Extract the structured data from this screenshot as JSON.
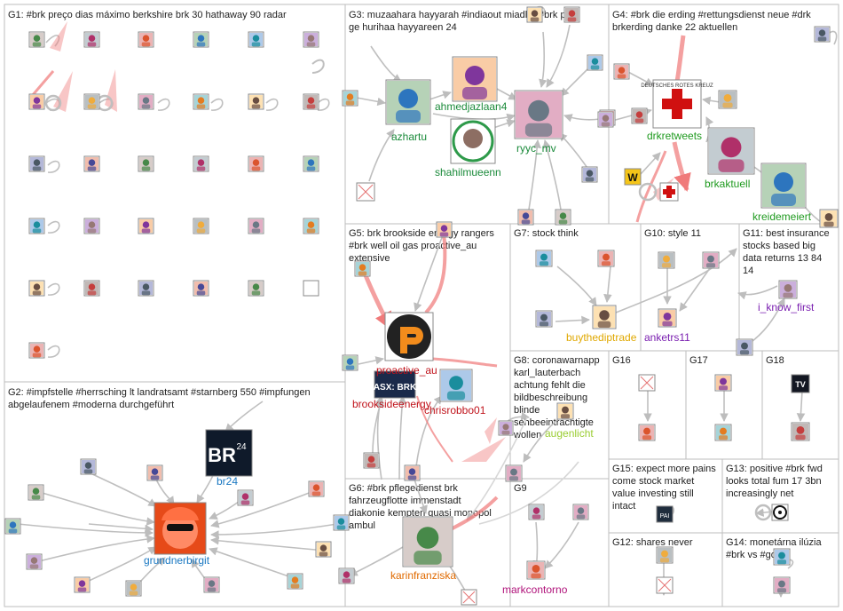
{
  "colors": {
    "panel_border": "#bdbdbd",
    "edge": "#bfbfbf",
    "edge_strong": "#f07a7a",
    "node_stroke": "#999999"
  },
  "groups": [
    {
      "id": "G1",
      "label": "G1: #brk preço dias máximo berkshire brk 30 hathaway 90 radar"
    },
    {
      "id": "G2",
      "label": "G2: #impfstelle #herrsching lt landratsamt #starnberg 550 #impfungen abgelaufenem #moderna durchgeführt"
    },
    {
      "id": "G3",
      "label": "G3: muzaahara hayyarah #indiaout miadhu #brk ppm ge hurihaa hayyareen 24"
    },
    {
      "id": "G4",
      "label": "G4: #brk die erding #rettungsdienst neue #drk brkerding danke 22 aktuellen"
    },
    {
      "id": "G5",
      "label": "G5: brk brookside energy rangers #brk well oil gas proactive_au extensive"
    },
    {
      "id": "G6",
      "label": "G6: #brk pflegedienst brk fahrzeugflotte immenstadt diakonie kempten quasi monopol ambul"
    },
    {
      "id": "G7",
      "label": "G7: stock think"
    },
    {
      "id": "G8",
      "label": "G8: coronawarnapp karl_lauterbach achtung fehlt die bildbeschreibung blinde sehbeeinträchtigte wollen"
    },
    {
      "id": "G9",
      "label": "G9"
    },
    {
      "id": "G10",
      "label": "G10: style 11"
    },
    {
      "id": "G11",
      "label": "G11: best insurance stocks based big data returns 13 84 14"
    },
    {
      "id": "G12",
      "label": "G12: shares never"
    },
    {
      "id": "G13",
      "label": "G13: positive #brk fwd looks total fum 17 3bn increasingly net"
    },
    {
      "id": "G14",
      "label": "G14: monetárna ilúzia #brk vs #gold"
    },
    {
      "id": "G15",
      "label": "G15: expect more pains come stock market value investing still intact"
    },
    {
      "id": "G16",
      "label": "G16"
    },
    {
      "id": "G17",
      "label": "G17"
    },
    {
      "id": "G18",
      "label": "G18"
    }
  ],
  "named_nodes": [
    {
      "id": "ahmedjazlaan4",
      "label": "ahmedjazlaan4",
      "color": "#1a8a3a"
    },
    {
      "id": "azhartu",
      "label": "azhartu",
      "color": "#1a8a3a"
    },
    {
      "id": "shahilmueenn",
      "label": "shahilmueenn",
      "color": "#1a8a3a"
    },
    {
      "id": "ryyc_mv",
      "label": "ryyc_mv",
      "color": "#1a8a3a"
    },
    {
      "id": "drkretweets",
      "label": "drkretweets",
      "color": "#1f9a1f"
    },
    {
      "id": "brkaktuell",
      "label": "brkaktuell",
      "color": "#1f9a1f"
    },
    {
      "id": "kreidemeiert",
      "label": "kreidemeiert",
      "color": "#1f9a1f"
    },
    {
      "id": "i_know_first",
      "label": "i_know_first",
      "color": "#7a1fb0"
    },
    {
      "id": "buythediptrade",
      "label": "buythediptrade",
      "color": "#e0a800"
    },
    {
      "id": "anketrs11",
      "label": "anketrs11",
      "color": "#7a1fb0"
    },
    {
      "id": "proactive_au",
      "label": "proactive_au",
      "color": "#c0141c"
    },
    {
      "id": "brooksideenergy",
      "label": "brooksideenergy",
      "color": "#c0141c"
    },
    {
      "id": "chrisrobbo01",
      "label": "chrisrobbo01",
      "color": "#c0141c"
    },
    {
      "id": "augenlicht",
      "label": "augenlicht",
      "color": "#9acd32"
    },
    {
      "id": "br24",
      "label": "br24",
      "color": "#1a78c2"
    },
    {
      "id": "grundnerbirgit",
      "label": "grundnerbirgit",
      "color": "#1a78c2"
    },
    {
      "id": "karinfranziska",
      "label": "karinfranziska",
      "color": "#e06a00"
    },
    {
      "id": "markcontorno",
      "label": "markcontorno",
      "color": "#b0127a"
    }
  ],
  "icon_texts": {
    "br_logo": "BR",
    "br_logo_sup": "24",
    "asx_brk": "ASX: BRK",
    "pai": "PAI",
    "tv": "TV",
    "w": "W",
    "drk_title": "DEUTSCHES ROTES KREUZ"
  }
}
